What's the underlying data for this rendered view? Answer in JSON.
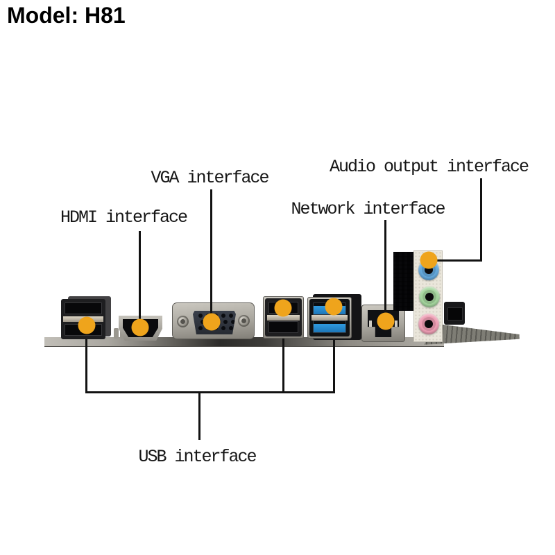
{
  "page": {
    "title": "Model: H81"
  },
  "callouts": {
    "hdmi": {
      "label": "HDMI interface"
    },
    "vga": {
      "label": "VGA interface"
    },
    "audio": {
      "label": "Audio output interface"
    },
    "network": {
      "label": "Network interface"
    },
    "usb": {
      "label": "USB interface"
    }
  },
  "colors": {
    "callout_dot": "#efa41c",
    "line": "#121212",
    "usb3_blue": "#2f9ae0",
    "audio_blue": "#64a9dd",
    "audio_green": "#a5d69e",
    "audio_pink": "#ee9eb4",
    "panel_cream": "#eae6db"
  }
}
